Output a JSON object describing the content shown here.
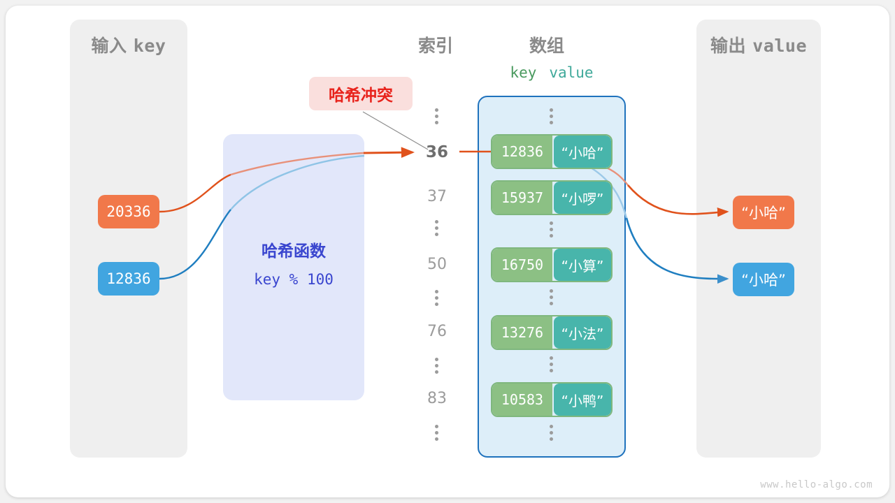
{
  "panels": {
    "input": {
      "title_cn": "输入",
      "title_mono": "key"
    },
    "output": {
      "title_cn": "输出",
      "title_mono": "value"
    }
  },
  "headers": {
    "index": "索引",
    "array": "数组",
    "key_label": "key",
    "value_label": "value"
  },
  "hash_function": {
    "title": "哈希函数",
    "expression": "key % 100"
  },
  "collision": {
    "label": "哈希冲突"
  },
  "input_keys": [
    {
      "value": "20336",
      "color": "#f1784a"
    },
    {
      "value": "12836",
      "color": "#41a5e0"
    }
  ],
  "output_values": [
    {
      "value": "“小哈”",
      "color": "#f1784a"
    },
    {
      "value": "“小哈”",
      "color": "#41a5e0"
    }
  ],
  "index_column": [
    {
      "type": "dots"
    },
    {
      "type": "num",
      "label": "36",
      "highlight": true
    },
    {
      "type": "num",
      "label": "37",
      "highlight": false
    },
    {
      "type": "dots"
    },
    {
      "type": "num",
      "label": "50",
      "highlight": false
    },
    {
      "type": "dots"
    },
    {
      "type": "num",
      "label": "76",
      "highlight": false
    },
    {
      "type": "dots"
    },
    {
      "type": "num",
      "label": "83",
      "highlight": false
    },
    {
      "type": "dots"
    }
  ],
  "array_rows": [
    {
      "key": "12836",
      "value": "“小哈”"
    },
    {
      "key": "15937",
      "value": "“小啰”"
    },
    {
      "key": "16750",
      "value": "“小算”"
    },
    {
      "key": "13276",
      "value": "“小法”"
    },
    {
      "key": "10583",
      "value": "“小鸭”"
    }
  ],
  "colors": {
    "key_cell": "#8cc084",
    "value_cell": "#48b5ab",
    "array_border": "#1f72bd",
    "array_fill": "#ddeef9",
    "hash_box": "#e2e7fa",
    "hash_text": "#3a46cf",
    "collision_bg": "#fadfdd",
    "collision_text": "#e8231c",
    "panel_bg": "#efefef",
    "orange_wire": "#e0521c",
    "blue_wire": "#1f7ec0"
  },
  "watermark": "www.hello-algo.com"
}
